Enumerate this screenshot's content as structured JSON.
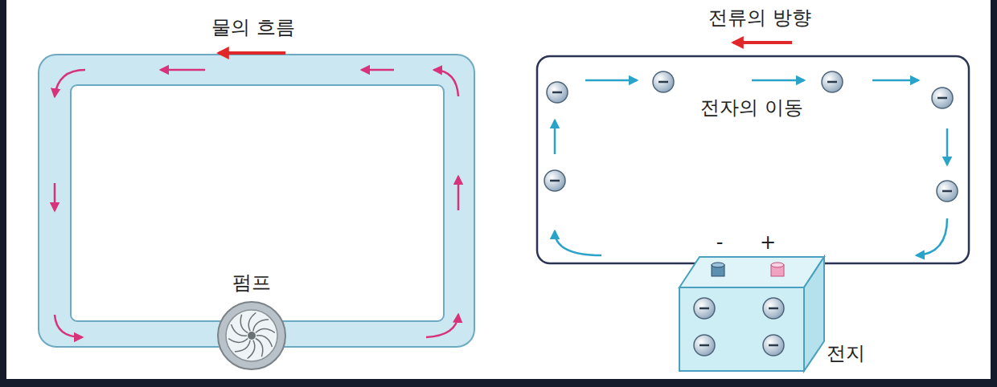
{
  "diagram": {
    "labels": [
      "물의 흐름",
      "펌프",
      "전류의 방향",
      "전자의 이동",
      "-",
      "+",
      "전지"
    ]
  }
}
